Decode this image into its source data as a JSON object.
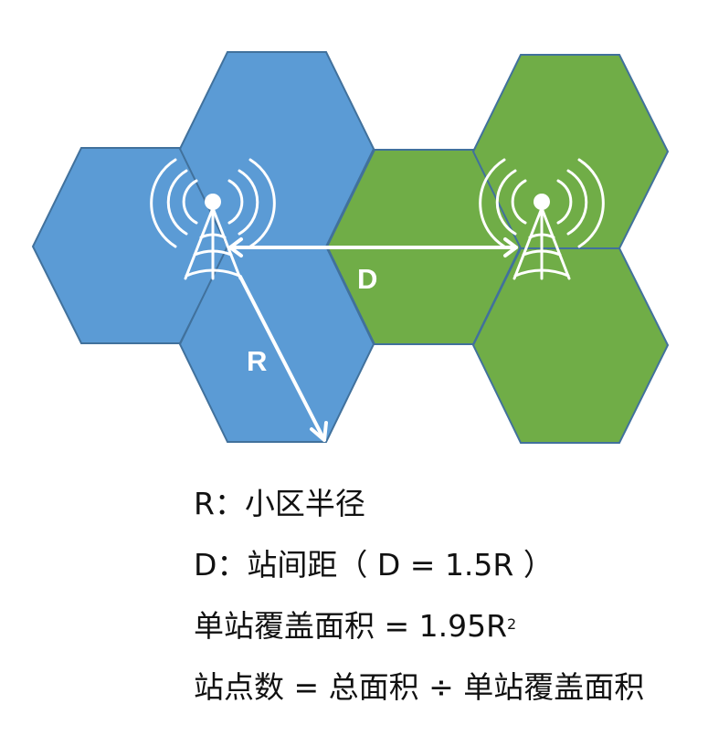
{
  "diagram": {
    "colors": {
      "blue_cell": "#5B9BD5",
      "green_cell": "#70AD47",
      "cell_border": "#41719C",
      "overlay": "#FFFFFF"
    },
    "label_D": "D",
    "label_R": "R",
    "sites": [
      {
        "name": "site-left",
        "cells": 3,
        "color": "blue"
      },
      {
        "name": "site-right",
        "cells": 3,
        "color": "green"
      }
    ]
  },
  "legend": {
    "line1": "R：小区半径",
    "line2": "D：站间距（ D = 1.5R ）",
    "line3_main": "单站覆盖面积 = 1.95R",
    "line3_sup": "2",
    "line4": "站点数 = 总面积 ÷ 单站覆盖面积"
  }
}
